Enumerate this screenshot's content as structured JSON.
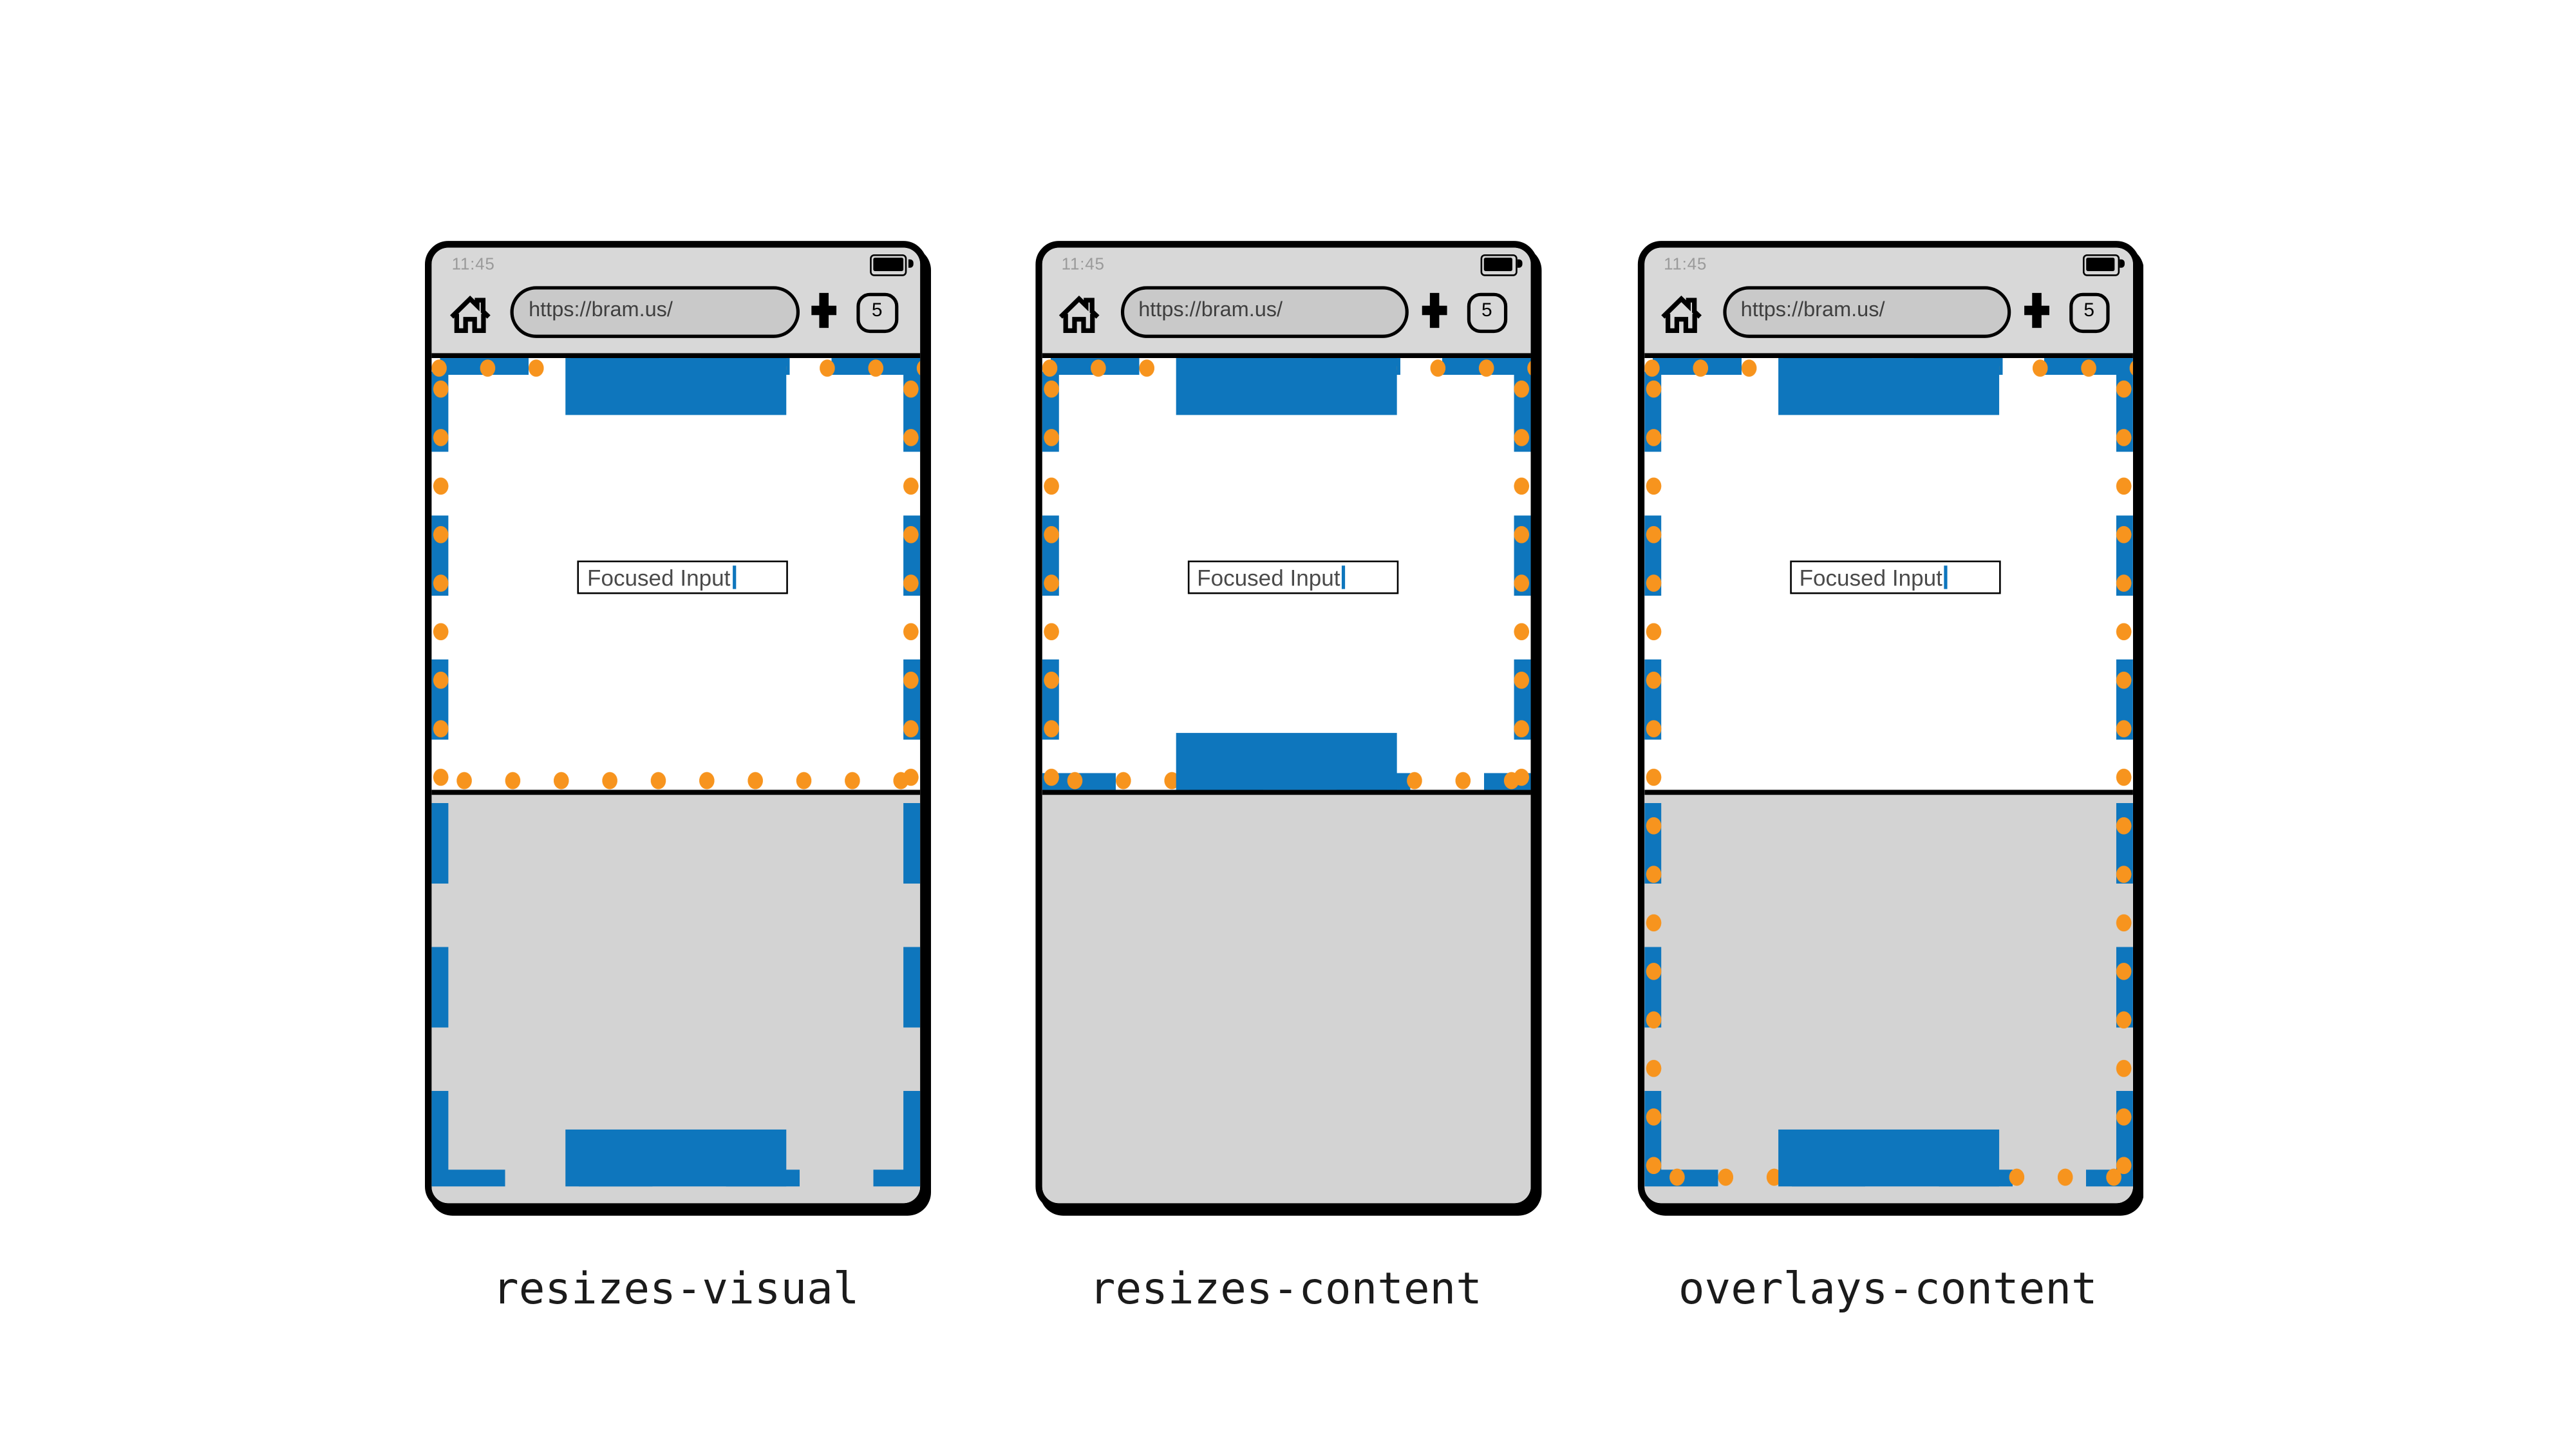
{
  "figure": {
    "background": "#ffffff",
    "colors": {
      "page_border_blue": "#0e76bd",
      "visual_viewport_orange": "#f7941e",
      "chrome_gray": "#d8d8d8",
      "url_pill_gray": "#c9c9c9",
      "keyboard_gray": "#d3d3d3",
      "frame_black": "#000000"
    },
    "phones": [
      {
        "mode": "resizes-visual",
        "label": "resizes-visual",
        "status_bar": {
          "time": "11:45",
          "battery_icon": "battery-full"
        },
        "browser_toolbar": {
          "home_icon": "home",
          "url": "https://bram.us/",
          "new_tab_icon": "plus",
          "tab_count": "5"
        },
        "page_content": {
          "input_value": "Focused Input",
          "header_block": "blue page header",
          "footer_block": "blue page footer"
        },
        "viewports": {
          "layout_viewport_blue_dashed": "full height, extends under keyboard",
          "visual_viewport_orange_dotted": "shrinks to area above keyboard"
        }
      },
      {
        "mode": "resizes-content",
        "label": "resizes-content",
        "status_bar": {
          "time": "11:45",
          "battery_icon": "battery-full"
        },
        "browser_toolbar": {
          "home_icon": "home",
          "url": "https://bram.us/",
          "new_tab_icon": "plus",
          "tab_count": "5"
        },
        "page_content": {
          "input_value": "Focused Input",
          "header_block": "blue page header",
          "footer_block": "blue page footer"
        },
        "viewports": {
          "layout_viewport_blue_dashed": "shrinks to area above keyboard",
          "visual_viewport_orange_dotted": "shrinks to area above keyboard"
        }
      },
      {
        "mode": "overlays-content",
        "label": "overlays-content",
        "status_bar": {
          "time": "11:45",
          "battery_icon": "battery-full"
        },
        "browser_toolbar": {
          "home_icon": "home",
          "url": "https://bram.us/",
          "new_tab_icon": "plus",
          "tab_count": "5"
        },
        "page_content": {
          "input_value": "Focused Input",
          "header_block": "blue page header",
          "footer_block": "blue page footer"
        },
        "viewports": {
          "layout_viewport_blue_dashed": "full height, extends under keyboard",
          "visual_viewport_orange_dotted": "full height, extends under keyboard"
        }
      }
    ]
  }
}
